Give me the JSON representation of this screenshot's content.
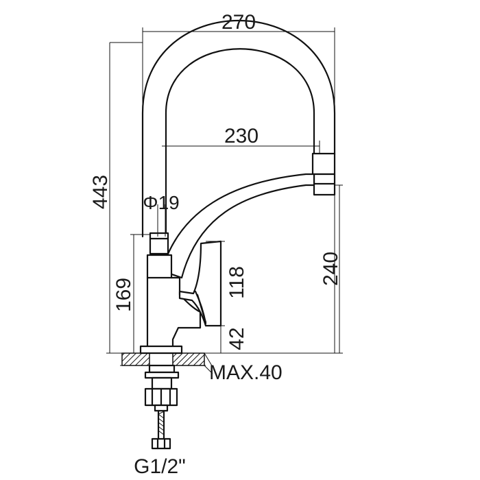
{
  "dimensions": {
    "overall_width": "270",
    "spout_reach": "230",
    "overall_height": "443",
    "hose_diameter": "Φ19",
    "body_height": "169",
    "handle_height": "118",
    "base_gap": "42",
    "spout_height": "240",
    "max_thickness": "MAX.40",
    "thread": "G1/2\""
  }
}
